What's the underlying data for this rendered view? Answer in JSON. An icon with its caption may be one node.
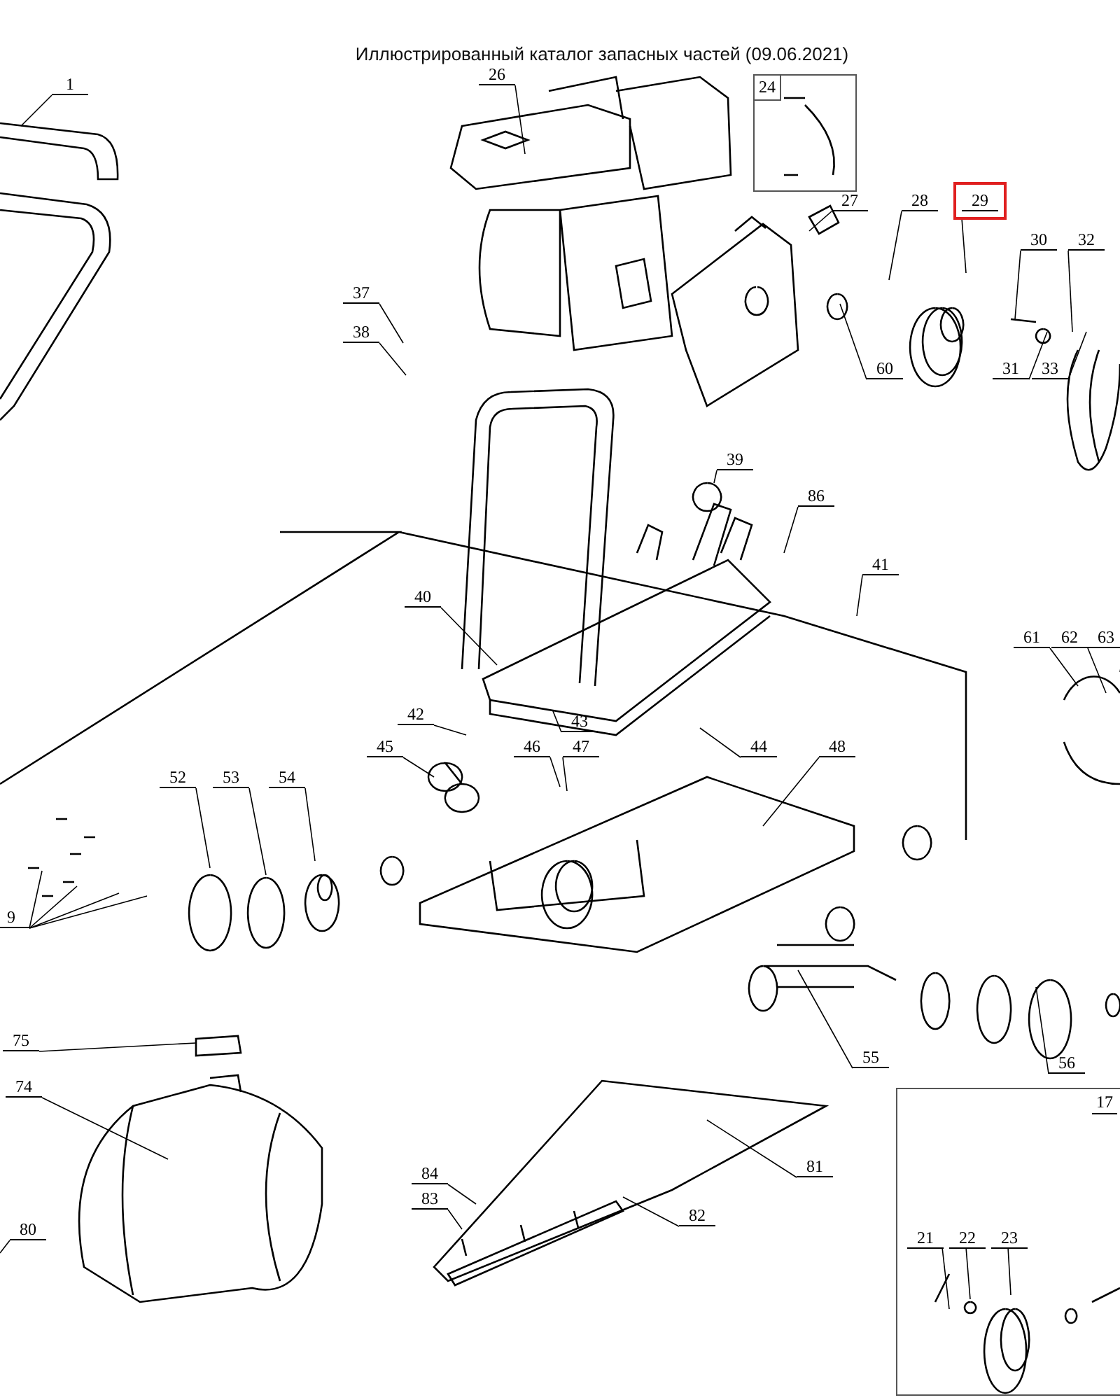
{
  "diagram": {
    "title": "Иллюстрированный каталог запасных частей (09.06.2021)",
    "nodes": [
      {
        "text": [
          "1"
        ]
      },
      {
        "text": [
          "26"
        ]
      },
      {
        "text": [
          "24"
        ]
      },
      {
        "text": [
          "27"
        ]
      },
      {
        "text": [
          "28"
        ]
      },
      {
        "text": [
          "29"
        ]
      },
      {
        "text": [
          "30"
        ]
      },
      {
        "text": [
          "32"
        ]
      },
      {
        "text": [
          "37"
        ]
      },
      {
        "text": [
          "38"
        ]
      },
      {
        "text": [
          "60"
        ]
      },
      {
        "text": [
          "31"
        ]
      },
      {
        "text": [
          "33"
        ]
      },
      {
        "text": [
          "39"
        ]
      },
      {
        "text": [
          "86"
        ]
      },
      {
        "text": [
          "41"
        ]
      },
      {
        "text": [
          "40"
        ]
      },
      {
        "text": [
          "61"
        ]
      },
      {
        "text": [
          "62"
        ]
      },
      {
        "text": [
          "63"
        ]
      },
      {
        "text": [
          "42"
        ]
      },
      {
        "text": [
          "43"
        ]
      },
      {
        "text": [
          "44"
        ]
      },
      {
        "text": [
          "45"
        ]
      },
      {
        "text": [
          "46"
        ]
      },
      {
        "text": [
          "47"
        ]
      },
      {
        "text": [
          "48"
        ]
      },
      {
        "text": [
          "52"
        ]
      },
      {
        "text": [
          "53"
        ]
      },
      {
        "text": [
          "54"
        ]
      },
      {
        "text": [
          "9"
        ]
      },
      {
        "text": [
          "75"
        ]
      },
      {
        "text": [
          "55"
        ]
      },
      {
        "text": [
          "56"
        ]
      },
      {
        "text": [
          "17"
        ]
      },
      {
        "text": [
          "74"
        ]
      },
      {
        "text": [
          "84"
        ]
      },
      {
        "text": [
          "81"
        ]
      },
      {
        "text": [
          "83"
        ]
      },
      {
        "text": [
          "82"
        ]
      },
      {
        "text": [
          "80"
        ]
      },
      {
        "text": [
          "21"
        ],
        "in": 34
      },
      {
        "text": [
          "22"
        ],
        "in": 34
      },
      {
        "text": [
          "23"
        ],
        "in": 34
      }
    ],
    "edges": [
      {
        "from": 0,
        "to": null,
        "arrow": "none"
      },
      {
        "from": 1,
        "to": null,
        "arrow": "none"
      },
      {
        "from": 3,
        "to": null,
        "arrow": "none"
      },
      {
        "from": 4,
        "to": null,
        "arrow": "none"
      },
      {
        "from": 5,
        "to": null,
        "arrow": "none"
      },
      {
        "from": 6,
        "to": null,
        "arrow": "none"
      },
      {
        "from": 7,
        "to": null,
        "arrow": "none"
      },
      {
        "from": 8,
        "to": null,
        "arrow": "none"
      },
      {
        "from": 9,
        "to": null,
        "arrow": "none"
      },
      {
        "from": 10,
        "to": null,
        "arrow": "none"
      },
      {
        "from": 11,
        "to": null,
        "arrow": "none"
      },
      {
        "from": 12,
        "to": null,
        "arrow": "none"
      },
      {
        "from": 13,
        "to": null,
        "arrow": "none"
      },
      {
        "from": 14,
        "to": null,
        "arrow": "none"
      },
      {
        "from": 15,
        "to": null,
        "arrow": "none"
      },
      {
        "from": 16,
        "to": null,
        "arrow": "none"
      },
      {
        "from": 17,
        "to": null,
        "arrow": "none"
      },
      {
        "from": 18,
        "to": null,
        "arrow": "none"
      },
      {
        "from": 19,
        "to": null,
        "arrow": "none"
      },
      {
        "from": 20,
        "to": null,
        "arrow": "none"
      },
      {
        "from": 21,
        "to": null,
        "arrow": "none"
      },
      {
        "from": 22,
        "to": null,
        "arrow": "none"
      },
      {
        "from": 23,
        "to": null,
        "arrow": "none"
      },
      {
        "from": 24,
        "to": null,
        "arrow": "none"
      },
      {
        "from": 25,
        "to": null,
        "arrow": "none"
      },
      {
        "from": 26,
        "to": null,
        "arrow": "none"
      },
      {
        "from": 27,
        "to": null,
        "arrow": "none"
      },
      {
        "from": 28,
        "to": null,
        "arrow": "none"
      },
      {
        "from": 29,
        "to": null,
        "arrow": "none"
      },
      {
        "from": 30,
        "to": null,
        "arrow": "none"
      },
      {
        "from": 30,
        "to": null,
        "arrow": "none"
      },
      {
        "from": 30,
        "to": null,
        "arrow": "none"
      },
      {
        "from": 30,
        "to": null,
        "arrow": "none"
      },
      {
        "from": 31,
        "to": null,
        "arrow": "none"
      },
      {
        "from": 32,
        "to": null,
        "arrow": "none"
      },
      {
        "from": 33,
        "to": null,
        "arrow": "none"
      },
      {
        "from": 35,
        "to": null,
        "arrow": "none"
      },
      {
        "from": 36,
        "to": null,
        "arrow": "none"
      },
      {
        "from": 37,
        "to": null,
        "arrow": "none"
      },
      {
        "from": 38,
        "to": null,
        "arrow": "none"
      },
      {
        "from": 39,
        "to": null,
        "arrow": "none"
      },
      {
        "from": 40,
        "to": null,
        "arrow": "none"
      },
      {
        "from": 41,
        "to": null,
        "arrow": "none"
      },
      {
        "from": 42,
        "to": null,
        "arrow": "none"
      },
      {
        "from": 43,
        "to": null,
        "arrow": "none"
      }
    ]
  }
}
